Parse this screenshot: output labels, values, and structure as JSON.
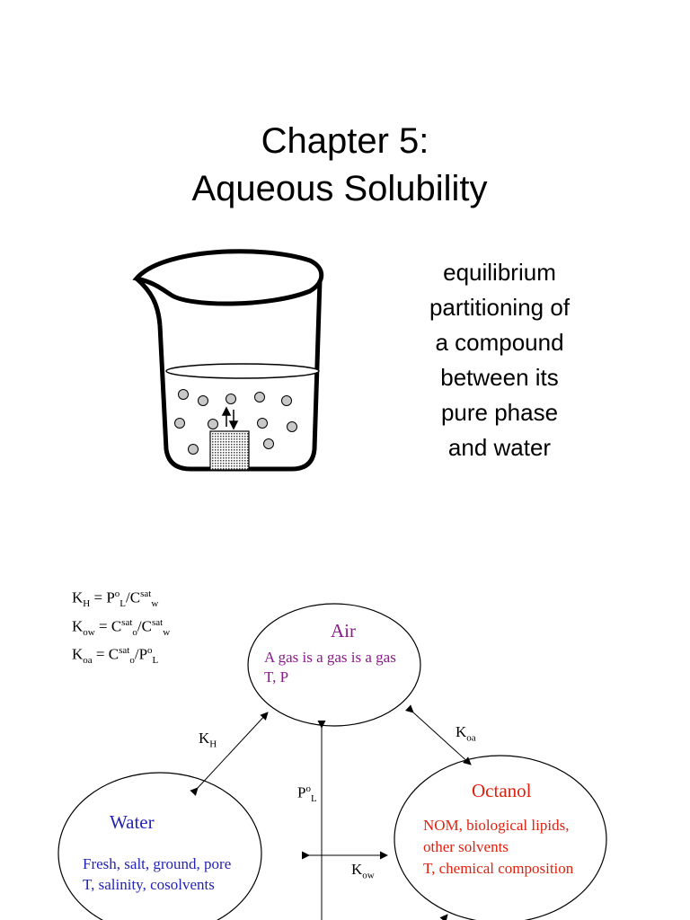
{
  "slide1": {
    "title_line1": "Chapter 5:",
    "title_line2": "Aqueous Solubility",
    "subtitle_lines": [
      "equilibrium",
      "partitioning of",
      "a compound",
      "between its",
      "pure phase",
      "and water"
    ]
  },
  "slide2": {
    "equations": [
      {
        "lhs": "K",
        "lhs_sub": "H",
        "eq": " = P",
        "a_sup": "o",
        "a_sub": "L",
        "sep": "/C",
        "b_sup": "sat",
        "b_sub": "w"
      },
      {
        "lhs": "K",
        "lhs_sub": "ow",
        "eq": " = C",
        "a_sup": "sat",
        "a_sub": "o",
        "sep": "/C",
        "b_sup": "sat",
        "b_sub": "w"
      },
      {
        "lhs": "K",
        "lhs_sub": "oa",
        "eq": " = C",
        "a_sup": "sat",
        "a_sub": "o",
        "sep": "/P",
        "b_sup": "o",
        "b_sub": "L"
      }
    ],
    "air": {
      "title": "Air",
      "line1": "A gas is a gas is a gas",
      "line2": "T, P",
      "color": "#8b1a8b"
    },
    "water": {
      "title": "Water",
      "line1": "Fresh, salt, ground, pore",
      "line2": "T, salinity, cosolvents",
      "color": "#2323b4"
    },
    "octanol": {
      "title": "Octanol",
      "line1": "NOM, biological lipids,",
      "line2": "other solvents",
      "line3": "T, chemical composition",
      "color": "#e0200f"
    },
    "labels": {
      "kh": {
        "main": "K",
        "sub": "H"
      },
      "koa": {
        "main": "K",
        "sub": "oa"
      },
      "kow": {
        "main": "K",
        "sub": "ow"
      },
      "pol": {
        "main": "P",
        "sup": "o",
        "sub": "L"
      }
    }
  }
}
